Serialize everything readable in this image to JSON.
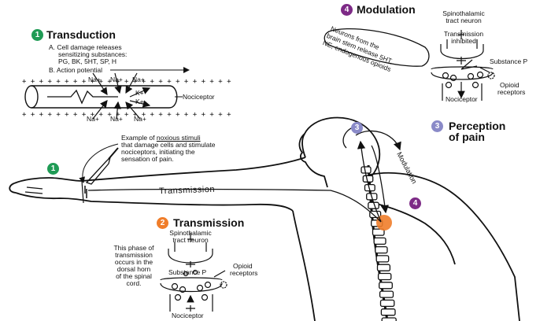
{
  "colors": {
    "step1": "#1f9b55",
    "step2": "#f07d2a",
    "step3": "#8a8ac8",
    "step4": "#7d2a86",
    "ink": "#111111",
    "spine_highlight": "#f07d2a"
  },
  "transduction": {
    "number": "1",
    "title": "Transduction",
    "item_a_line1": "A. Cell damage releases",
    "item_a_line2": "sensitizing substances:",
    "item_a_line3": "PG, BK, 5HT, SP, H",
    "item_b": "B. Action potential",
    "na_top_1": "Na+",
    "na_top_2": "Na+",
    "na_top_3": "Na+",
    "na_bottom_1": "Na+",
    "na_bottom_2": "Na+",
    "na_bottom_3": "Na+",
    "k_1": "K+",
    "k_2": "K+",
    "nociceptor_label": "Nociceptor"
  },
  "stimulus": {
    "line1_prefix": "Example of ",
    "line1_underlined": "noxious stimuli",
    "line2": "that damage cells and stimulate",
    "line3": "nociceptors, initiating the",
    "line4": "sensation of pain."
  },
  "arm": {
    "marker": "1",
    "transmission_label": "Transmission"
  },
  "modulation": {
    "number": "4",
    "title": "Modulation",
    "note_line1": "Neurons from the",
    "note_line2": "brain stem release 5HT,",
    "note_line3": "NE, endogenous opioids",
    "neuron_line1": "Spinothalamic",
    "neuron_line2": "tract neuron",
    "inhibited_line1": "Transmission",
    "inhibited_line2": "inhibited",
    "substance_p": "Substance P",
    "opioid_line1": "Opioid",
    "opioid_line2": "receptors",
    "nociceptor": "Nociceptor"
  },
  "perception": {
    "number": "3",
    "title_line1": "Perception",
    "title_line2": "of pain",
    "head_marker": "3"
  },
  "body": {
    "modulation_label": "Modulation",
    "back_marker": "4"
  },
  "transmission": {
    "number": "2",
    "title": "Transmission",
    "neuron_line1": "Spinothalamic",
    "neuron_line2": "tract neuron",
    "phase_line1": "This phase of",
    "phase_line2": "transmission",
    "phase_line3": "occurs in the",
    "phase_line4": "dorsal horn",
    "phase_line5": "of the spinal",
    "phase_line6": "cord.",
    "substance_p": "Substance P",
    "opioid_line1": "Opioid",
    "opioid_line2": "receptors",
    "nociceptor": "Nociceptor"
  }
}
